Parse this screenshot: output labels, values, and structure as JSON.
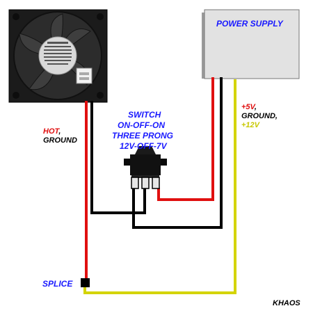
{
  "diagram": {
    "power_supply_label": "POWER SUPPLY",
    "switch_lines": [
      "SWITCH",
      "ON-OFF-ON",
      "THREE PRONG",
      "12V-OFF-7V"
    ],
    "fan_wire_label": {
      "hot": "HOT",
      "comma": ",",
      "ground": "GROUND"
    },
    "psu_wire_label": {
      "plus5": "+5V",
      "comma": ",",
      "ground": "GROUND,",
      "plus12": "+12V"
    },
    "splice_label": "SPLICE",
    "author_label": "KHAOS"
  },
  "colors": {
    "hot_wire": "#e01010",
    "ground_wire": "#000000",
    "v12_wire": "#d4d400",
    "title_text": "#1a1aff",
    "power_supply_fill": "#e2e2e2"
  },
  "icons": {
    "fan": "cooling-fan-icon",
    "switch": "toggle-switch-icon",
    "splice": "splice-node-icon"
  }
}
